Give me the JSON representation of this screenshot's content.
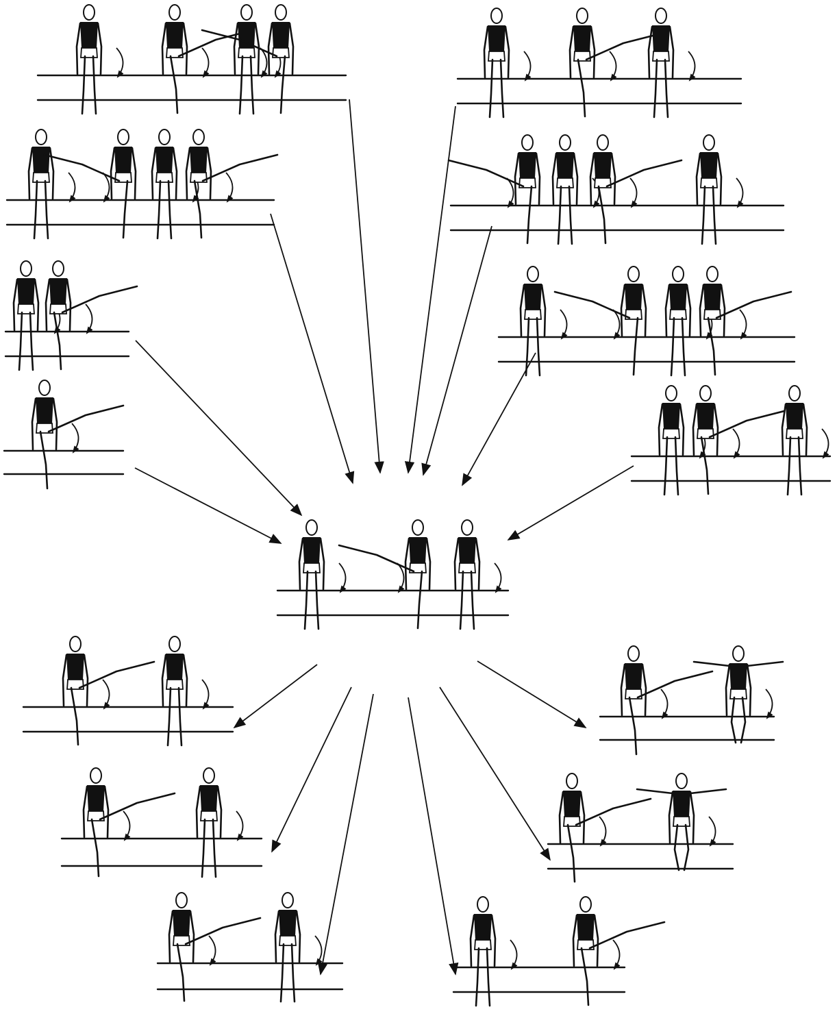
{
  "figure": {
    "kind": "pommel-horse exercise combination scheme",
    "line_color": "#111111",
    "background": "#ffffff",
    "center_group": {
      "gymnasts": 3
    },
    "outer_groups": [
      {
        "name": "top-left-1",
        "gymnasts": 4
      },
      {
        "name": "top-left-2",
        "gymnasts": 4
      },
      {
        "name": "left-3",
        "gymnasts": 2
      },
      {
        "name": "left-4",
        "gymnasts": 1
      },
      {
        "name": "top-right-1",
        "gymnasts": 3
      },
      {
        "name": "top-right-2",
        "gymnasts": 4
      },
      {
        "name": "right-3",
        "gymnasts": 4
      },
      {
        "name": "right-4",
        "gymnasts": 3
      },
      {
        "name": "bottom-left-1",
        "gymnasts": 2
      },
      {
        "name": "bottom-left-2",
        "gymnasts": 2
      },
      {
        "name": "bottom-left-3",
        "gymnasts": 2
      },
      {
        "name": "bottom-right-1",
        "gymnasts": 2
      },
      {
        "name": "bottom-right-2",
        "gymnasts": 2
      },
      {
        "name": "bottom-right-3",
        "gymnasts": 2
      }
    ]
  }
}
